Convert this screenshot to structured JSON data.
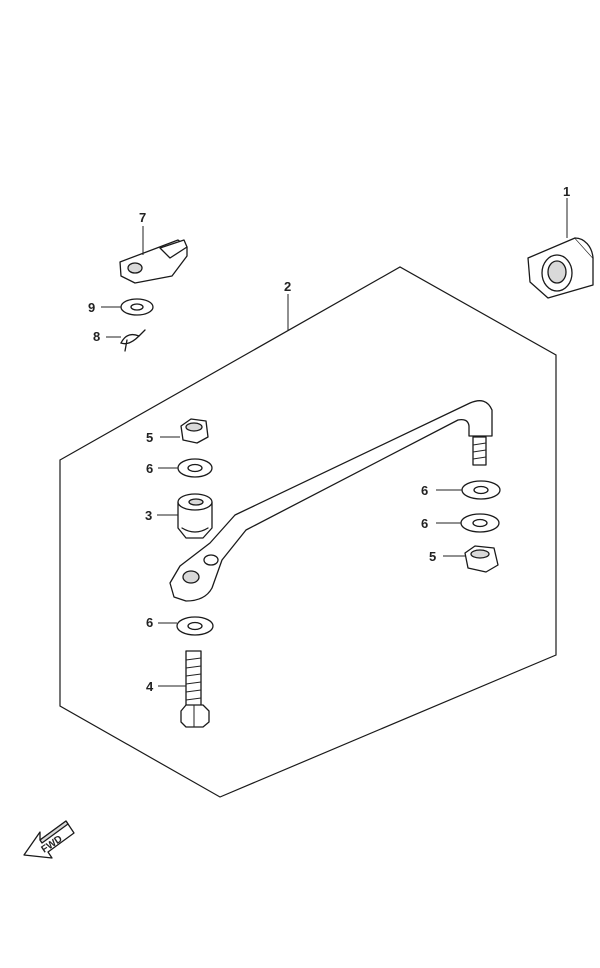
{
  "callouts": {
    "c1": "1",
    "c2": "2",
    "c3": "3",
    "c4": "4",
    "c5a": "5",
    "c5b": "5",
    "c6a": "6",
    "c6b": "6",
    "c6c": "6",
    "c6d": "6",
    "c7": "7",
    "c8": "8",
    "c9": "9"
  },
  "direction_arrow": {
    "label": "FWD"
  },
  "colors": {
    "line": "#1a1a1a",
    "background": "#ffffff"
  }
}
